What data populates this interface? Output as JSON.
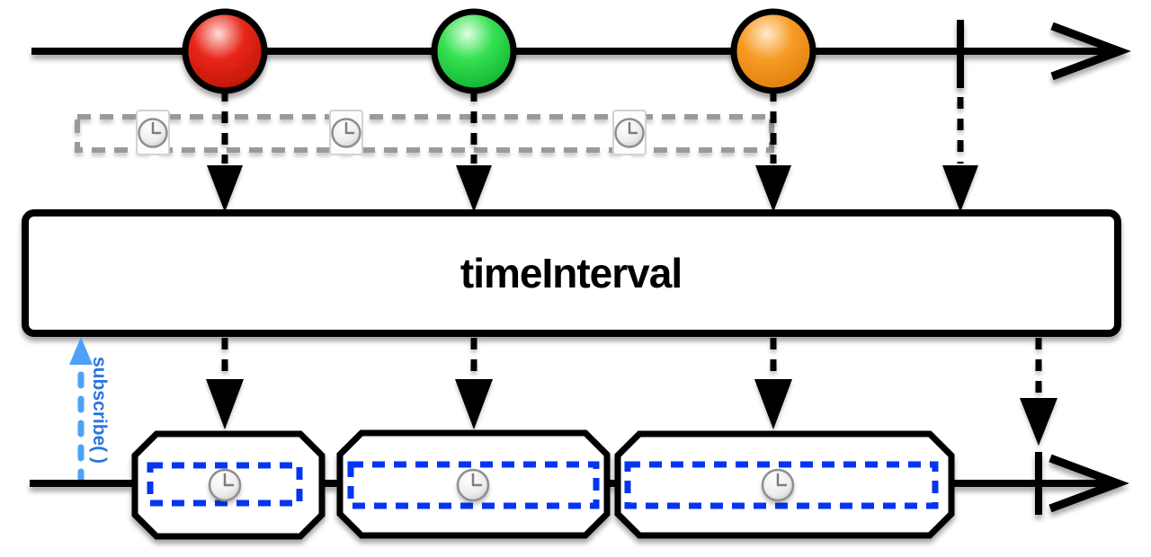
{
  "operator": {
    "label": "timeInterval"
  },
  "subscribe": {
    "label": "subscribe( )"
  },
  "source_timeline": {
    "marbles": [
      {
        "name": "red-marble",
        "color": "#e8261a"
      },
      {
        "name": "green-marble",
        "color": "#35e052"
      },
      {
        "name": "orange-marble",
        "color": "#f79b28"
      }
    ],
    "completed": true
  },
  "interval_strip": {
    "color": "#9a9a9a",
    "clock_count": 3,
    "icon": "clock-icon"
  },
  "result_timeline": {
    "items": [
      {
        "icon": "clock-icon"
      },
      {
        "icon": "clock-icon"
      },
      {
        "icon": "clock-icon"
      }
    ],
    "item_border_color": "#0535f0",
    "completed": true
  },
  "colors": {
    "line": "#000000",
    "subscribe_arrow": "#4da2f8",
    "subscribe_text": "#2a76dd"
  }
}
